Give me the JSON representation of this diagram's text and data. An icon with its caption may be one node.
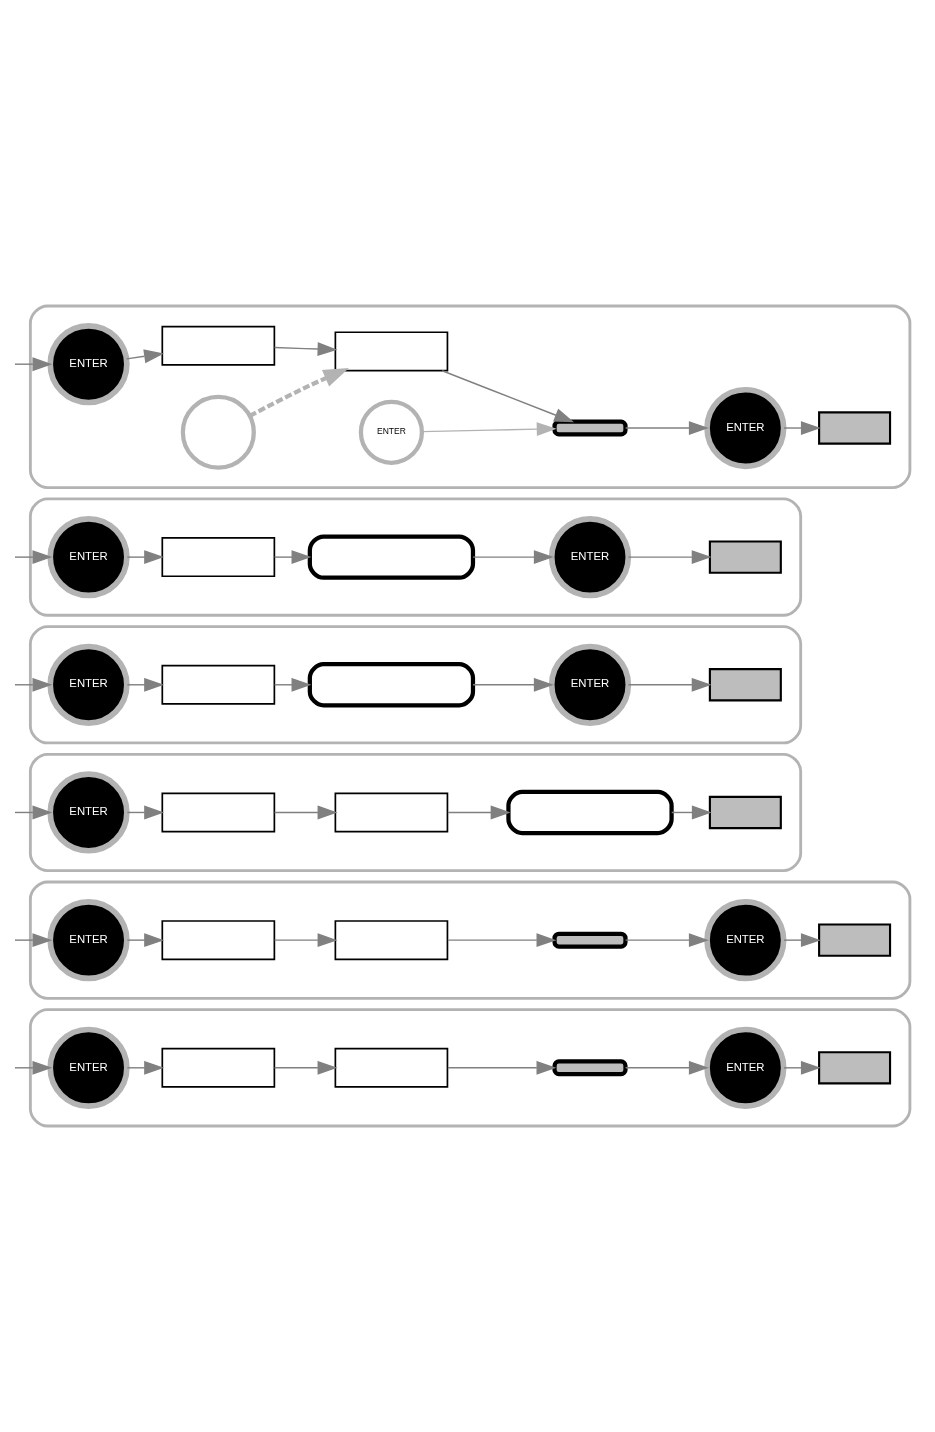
{
  "diagram": {
    "nodes": [
      {
        "text": [],
        "shape": "box"
      },
      {
        "text": [
          "ENTER"
        ],
        "in": 0
      },
      {
        "text": [],
        "shape": "box",
        "in": 0
      },
      {
        "text": [],
        "shape": "box",
        "in": 0
      },
      {
        "text": [],
        "shape": "bar",
        "in": 0
      },
      {
        "text": [
          "ENTER"
        ],
        "in": 0
      },
      {
        "text": [],
        "shape": "box",
        "in": 0
      },
      {
        "text": [],
        "shape": "circle",
        "in": 0
      },
      {
        "text": [
          "ENTER"
        ],
        "in": 0
      },
      {
        "text": [],
        "shape": "box"
      },
      {
        "text": [
          "ENTER"
        ],
        "in": 9
      },
      {
        "text": [],
        "shape": "box",
        "in": 9
      },
      {
        "text": [],
        "shape": "box",
        "in": 9
      },
      {
        "text": [
          "ENTER"
        ],
        "in": 9
      },
      {
        "text": [],
        "shape": "box",
        "in": 9
      },
      {
        "text": [],
        "shape": "box"
      },
      {
        "text": [
          "ENTER"
        ],
        "in": 15
      },
      {
        "text": [],
        "shape": "box",
        "in": 15
      },
      {
        "text": [],
        "shape": "box",
        "in": 15
      },
      {
        "text": [
          "ENTER"
        ],
        "in": 15
      },
      {
        "text": [],
        "shape": "box",
        "in": 15
      },
      {
        "text": [],
        "shape": "box"
      },
      {
        "text": [
          "ENTER"
        ],
        "in": 21
      },
      {
        "text": [],
        "shape": "box",
        "in": 21
      },
      {
        "text": [],
        "shape": "box",
        "in": 21
      },
      {
        "text": [],
        "shape": "box",
        "in": 21
      },
      {
        "text": [],
        "shape": "box",
        "in": 21
      },
      {
        "text": [],
        "shape": "box"
      },
      {
        "text": [
          "ENTER"
        ],
        "in": 27
      },
      {
        "text": [],
        "shape": "box",
        "in": 27
      },
      {
        "text": [],
        "shape": "box",
        "in": 27
      },
      {
        "text": [],
        "shape": "bar",
        "in": 27
      },
      {
        "text": [
          "ENTER"
        ],
        "in": 27
      },
      {
        "text": [],
        "shape": "box",
        "in": 27
      },
      {
        "text": [],
        "shape": "box"
      },
      {
        "text": [
          "ENTER"
        ],
        "in": 34
      },
      {
        "text": [],
        "shape": "box",
        "in": 34
      },
      {
        "text": [],
        "shape": "box",
        "in": 34
      },
      {
        "text": [],
        "shape": "bar",
        "in": 34
      },
      {
        "text": [
          "ENTER"
        ],
        "in": 34
      },
      {
        "text": [],
        "shape": "box",
        "in": 34
      }
    ],
    "edges": [
      {
        "from": null,
        "to": 1,
        "arrow": "to"
      },
      {
        "from": 1,
        "to": 2,
        "arrow": "to"
      },
      {
        "from": 2,
        "to": 3,
        "arrow": "to"
      },
      {
        "from": 3,
        "to": 4,
        "arrow": "to"
      },
      {
        "from": 4,
        "to": 5,
        "arrow": "to"
      },
      {
        "from": 5,
        "to": 6,
        "arrow": "to"
      },
      {
        "from": 7,
        "to": 3,
        "arrow": "to",
        "style": "dashed",
        "color": "#b3b3b3"
      },
      {
        "from": 8,
        "to": 4,
        "arrow": "to",
        "color": "#b3b3b3"
      },
      {
        "from": null,
        "to": 10,
        "arrow": "to"
      },
      {
        "from": 10,
        "to": 11,
        "arrow": "to"
      },
      {
        "from": 11,
        "to": 12,
        "arrow": "to"
      },
      {
        "from": 12,
        "to": 13,
        "arrow": "to"
      },
      {
        "from": 13,
        "to": 14,
        "arrow": "to"
      },
      {
        "from": null,
        "to": 16,
        "arrow": "to"
      },
      {
        "from": 16,
        "to": 17,
        "arrow": "to"
      },
      {
        "from": 17,
        "to": 18,
        "arrow": "to"
      },
      {
        "from": 18,
        "to": 19,
        "arrow": "to"
      },
      {
        "from": 19,
        "to": 20,
        "arrow": "to"
      },
      {
        "from": null,
        "to": 22,
        "arrow": "to"
      },
      {
        "from": 22,
        "to": 23,
        "arrow": "to"
      },
      {
        "from": 23,
        "to": 24,
        "arrow": "to"
      },
      {
        "from": 24,
        "to": 25,
        "arrow": "to"
      },
      {
        "from": 25,
        "to": 26,
        "arrow": "to"
      },
      {
        "from": null,
        "to": 28,
        "arrow": "to"
      },
      {
        "from": 28,
        "to": 29,
        "arrow": "to"
      },
      {
        "from": 29,
        "to": 30,
        "arrow": "to"
      },
      {
        "from": 30,
        "to": 31,
        "arrow": "to"
      },
      {
        "from": 31,
        "to": 32,
        "arrow": "to"
      },
      {
        "from": 32,
        "to": 33,
        "arrow": "to"
      },
      {
        "from": null,
        "to": 35,
        "arrow": "to"
      },
      {
        "from": 35,
        "to": 36,
        "arrow": "to"
      },
      {
        "from": 36,
        "to": 37,
        "arrow": "to"
      },
      {
        "from": 37,
        "to": 38,
        "arrow": "to"
      },
      {
        "from": 38,
        "to": 39,
        "arrow": "to"
      },
      {
        "from": 39,
        "to": 40,
        "arrow": "to"
      }
    ]
  }
}
